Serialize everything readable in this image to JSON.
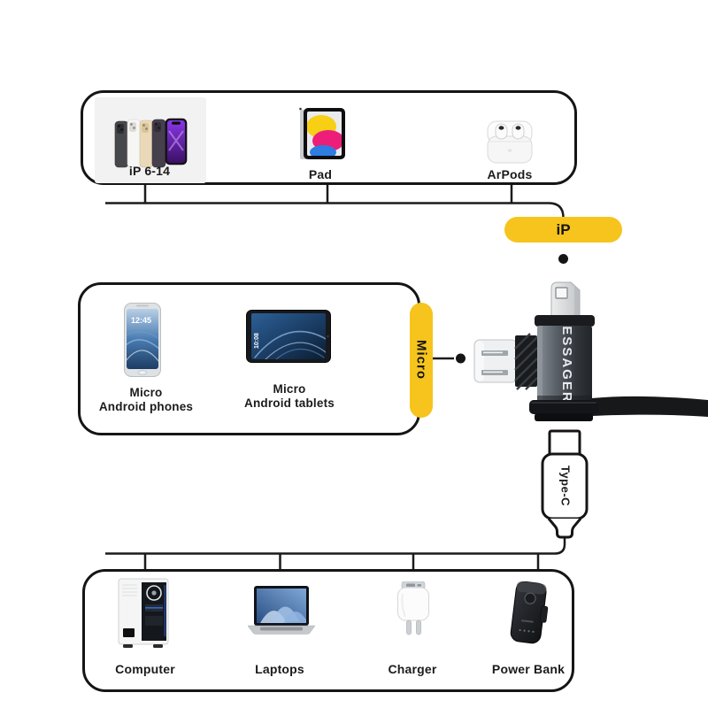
{
  "colors": {
    "accent_yellow": "#f6c41c",
    "line_black": "#1b1b1b",
    "box_border": "#151515"
  },
  "top_box": {
    "items": [
      {
        "label": "iP 6-14",
        "icon": "iphone-group"
      },
      {
        "label": "Pad",
        "icon": "ipad"
      },
      {
        "label": "ArPods",
        "icon": "airpods-case"
      }
    ]
  },
  "middle_box": {
    "items": [
      {
        "label_line1": "Micro",
        "label_line2": "Android phones",
        "icon": "android-phone",
        "screen_time": "12:45"
      },
      {
        "label_line1": "Micro",
        "label_line2": "Android tablets",
        "icon": "android-tablet",
        "screen_time": "10:08"
      }
    ]
  },
  "bottom_box": {
    "items": [
      {
        "label": "Computer",
        "icon": "desktop-pc"
      },
      {
        "label": "Laptops",
        "icon": "laptop"
      },
      {
        "label": "Charger",
        "icon": "wall-charger"
      },
      {
        "label": "Power Bank",
        "icon": "power-bank"
      }
    ]
  },
  "adapter": {
    "brand": "ESSAGER",
    "connector_top_label": "iP",
    "connector_left_label": "Micro",
    "connector_bottom_label": "Type-C"
  }
}
